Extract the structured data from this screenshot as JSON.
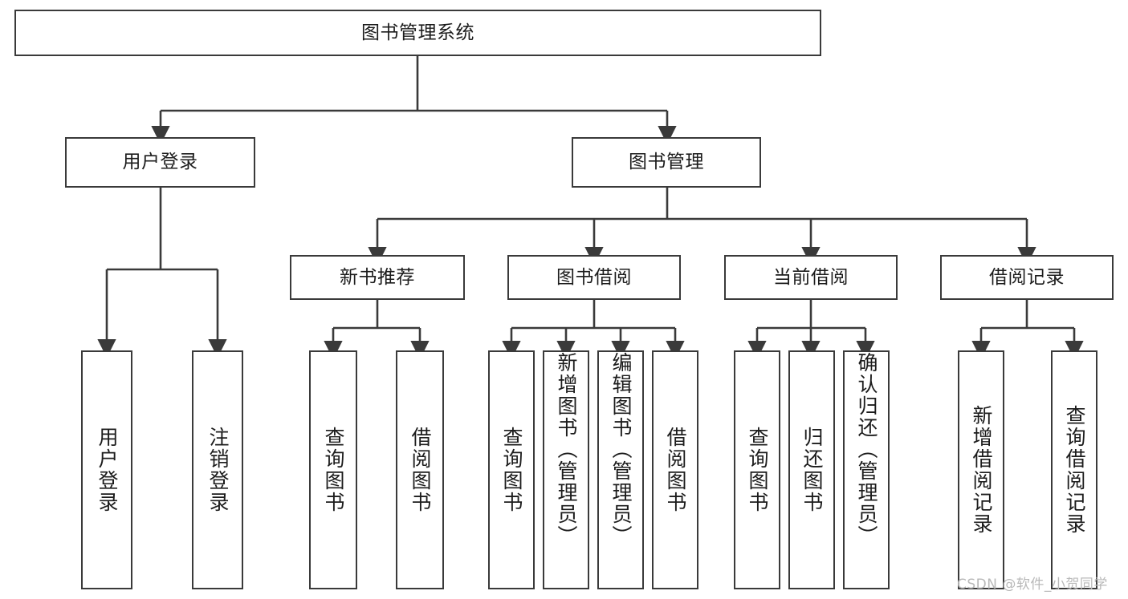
{
  "diagram": {
    "title": "图书管理系统",
    "type": "tree",
    "watermark": "CSDN @软件_小贺同学",
    "colors": {
      "stroke": "#3a3a3a",
      "fill": "#ffffff",
      "text": "#1c1c1c",
      "watermark": "#b9b9b9"
    },
    "nodes": {
      "root": {
        "label": "图书管理系统"
      },
      "level1": [
        {
          "id": "user-login",
          "label": "用户登录"
        },
        {
          "id": "book-manage",
          "label": "图书管理"
        }
      ],
      "level2": [
        {
          "id": "new-book-rec",
          "label": "新书推荐"
        },
        {
          "id": "book-borrow",
          "label": "图书借阅"
        },
        {
          "id": "current-borrow",
          "label": "当前借阅"
        },
        {
          "id": "borrow-record",
          "label": "借阅记录"
        }
      ],
      "leaves": {
        "user_login": [
          {
            "id": "leaf-user-login",
            "label": "用户登录"
          },
          {
            "id": "leaf-logout",
            "label": "注销登录"
          }
        ],
        "new_book_rec": [
          {
            "id": "leaf-query-book-1",
            "label": "查询图书"
          },
          {
            "id": "leaf-borrow-book-1",
            "label": "借阅图书"
          }
        ],
        "book_borrow": [
          {
            "id": "leaf-query-book-2",
            "label": "查询图书"
          },
          {
            "id": "leaf-add-book",
            "label": "新增图书（管理员）"
          },
          {
            "id": "leaf-edit-book",
            "label": "编辑图书（管理员）"
          },
          {
            "id": "leaf-borrow-book-2",
            "label": "借阅图书"
          }
        ],
        "current_borrow": [
          {
            "id": "leaf-query-book-3",
            "label": "查询图书"
          },
          {
            "id": "leaf-return-book",
            "label": "归还图书"
          },
          {
            "id": "leaf-confirm-return",
            "label": "确认归还（管理员）"
          }
        ],
        "borrow_record": [
          {
            "id": "leaf-add-record",
            "label": "新增借阅记录"
          },
          {
            "id": "leaf-query-record",
            "label": "查询借阅记录"
          }
        ]
      }
    }
  }
}
